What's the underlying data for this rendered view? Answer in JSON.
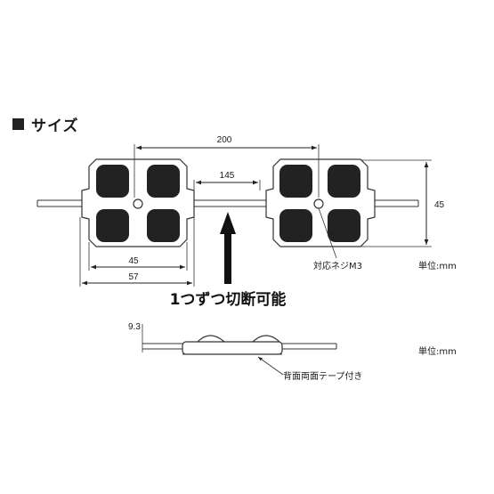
{
  "heading": {
    "icon": "black-square-icon",
    "text": "サイズ"
  },
  "top_view": {
    "dim_total_pitch": "200",
    "dim_gap": "145",
    "dim_body_width": "45",
    "dim_overall_width": "57",
    "dim_height": "45",
    "screw_label": "対応ネジM3",
    "unit_label": "単位:mm",
    "cut_label": "1つずつ切断可能"
  },
  "side_view": {
    "dim_thickness": "9.3",
    "tape_label": "背面両面テープ付き",
    "unit_label": "単位:mm"
  },
  "colors": {
    "module_fill": "#ffffff",
    "lens_fill": "#222222",
    "arrow_fill": "#111111",
    "line": "#333333"
  }
}
